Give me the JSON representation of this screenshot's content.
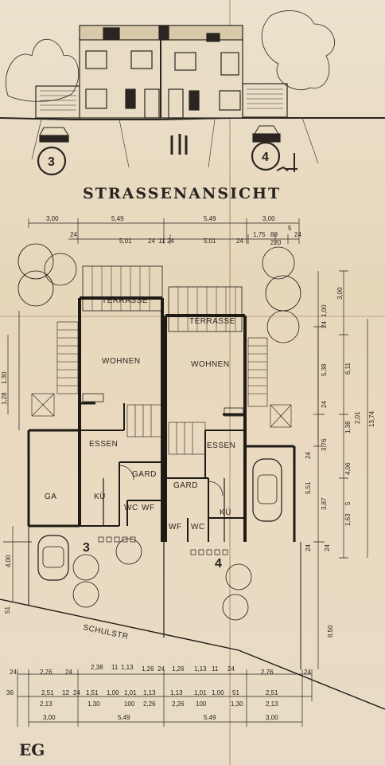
{
  "labels": {
    "elevation_title": "STRASSENANSICHT",
    "house_left_number": "3",
    "house_right_number": "4",
    "terrace": "TERRASSE",
    "living": "WOHNEN",
    "dining": "ESSEN",
    "wardrobe": "GARD",
    "kitchen": "KÜ",
    "wc": "WC",
    "wf": "WF",
    "garage": "GA",
    "street": "SCHULSTR",
    "floor": "EG"
  },
  "dims_top": {
    "row1": [
      "3,00",
      "5,49",
      "5,49",
      "3,00"
    ],
    "row2": [
      "24",
      "5,01",
      "24",
      "11",
      "24",
      "5,01",
      "24",
      "1,75",
      "88",
      "24"
    ],
    "sub": [
      "220",
      "5"
    ]
  },
  "dims_bottom": {
    "row1": [
      "24",
      "2,76",
      "24",
      "2,38",
      "11",
      "1,13",
      "1,26",
      "24",
      "1,26",
      "1,13",
      "11",
      "24",
      "2,76",
      "24"
    ],
    "row2": [
      "36",
      "2,51",
      "12",
      "24",
      "1,51",
      "1,00",
      "1,01",
      "1,13",
      "1,13",
      "1,01",
      "1,00",
      "51",
      "2,51"
    ],
    "row3": [
      "2,13",
      "1,30",
      "100",
      "2,26",
      "2,26",
      "100",
      "1,30",
      "2,13"
    ],
    "row4": [
      "3,00",
      "5,49",
      "5,49",
      "3,00"
    ]
  },
  "dims_right": [
    "3,00",
    "24",
    "1,00",
    "5,38",
    "6,11",
    "13,74",
    "24",
    "1,38",
    "2,01",
    "3,76",
    "4,06",
    "24",
    "5,51",
    "3,87",
    "1,63",
    "5",
    "24",
    "24",
    "8,50"
  ],
  "dims_left": [
    "1,28",
    "1,30",
    "4,00",
    "51"
  ]
}
